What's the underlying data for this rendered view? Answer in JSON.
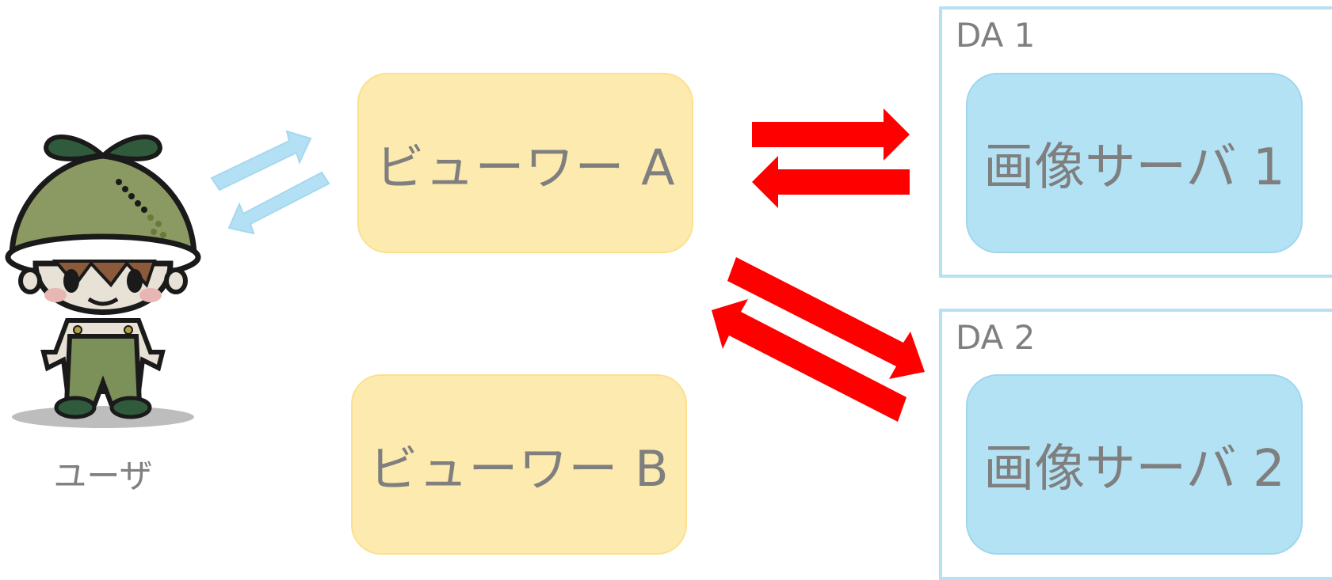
{
  "user": {
    "label": "ユーザ"
  },
  "viewers": [
    {
      "label": "ビューワー A"
    },
    {
      "label": "ビューワー B"
    }
  ],
  "data_areas": [
    {
      "label": "DA 1",
      "server": "画像サーバ 1"
    },
    {
      "label": "DA 2",
      "server": "画像サーバ 2"
    }
  ],
  "colors": {
    "user_arrow": "#b5e1f3",
    "server_arrow": "#ff0000",
    "viewer_fill": "#fdeaae",
    "server_fill": "#b3e2f4"
  }
}
